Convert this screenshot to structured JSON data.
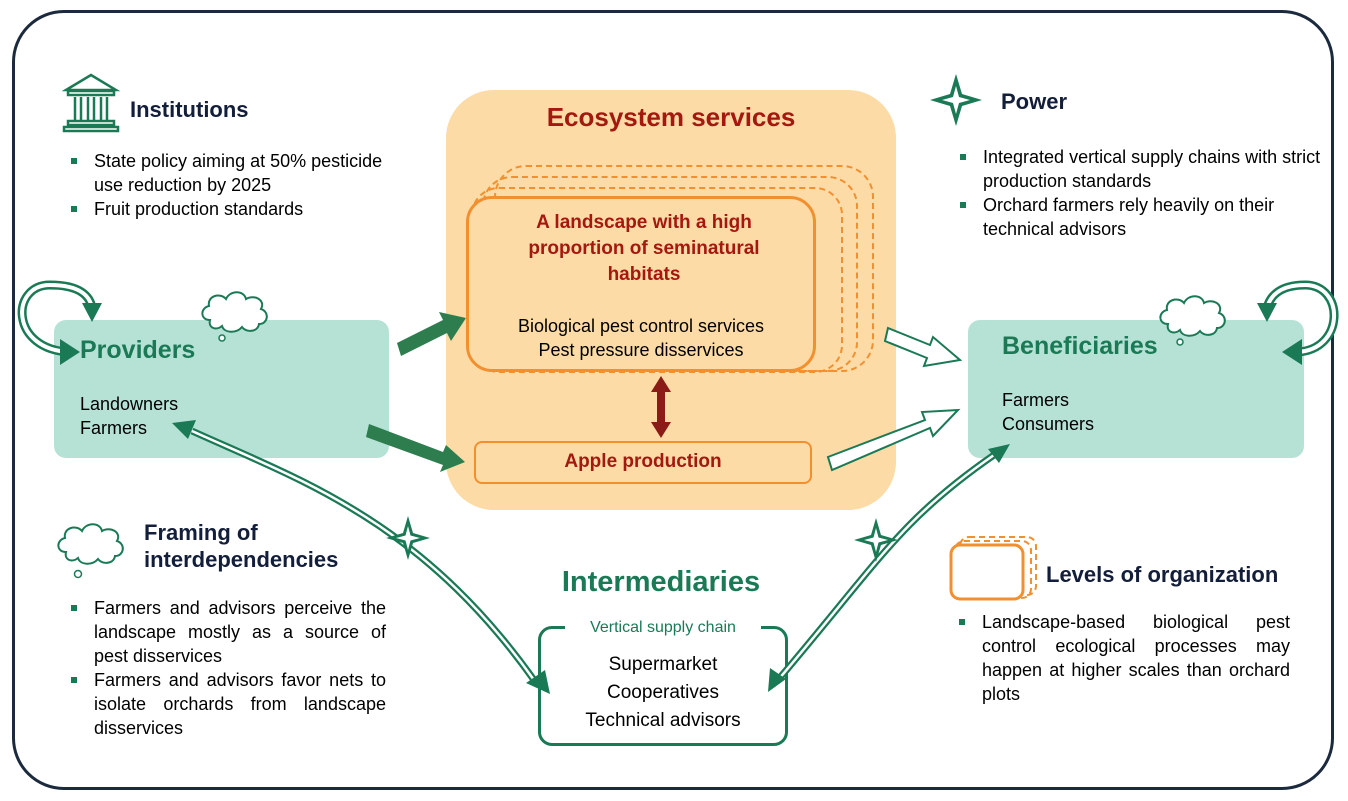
{
  "ecosystem": {
    "title": "Ecosystem services",
    "landscape_title": "A landscape with a high proportion of seminatural habitats",
    "services": [
      "Biological pest control services",
      "Pest pressure disservices"
    ],
    "apple": "Apple production"
  },
  "institutions": {
    "title": "Institutions",
    "bullets": [
      "State policy aiming at 50% pesticide use reduction by 2025",
      "Fruit production standards"
    ]
  },
  "power": {
    "title": "Power",
    "bullets": [
      "Integrated vertical supply chains with strict production standards",
      "Orchard farmers rely heavily on their technical advisors"
    ]
  },
  "providers": {
    "title": "Providers",
    "items": [
      "Landowners",
      "Farmers"
    ]
  },
  "beneficiaries": {
    "title": "Beneficiaries",
    "items": [
      "Farmers",
      "Consumers"
    ]
  },
  "framing": {
    "title": "Framing of interdependencies",
    "bullets": [
      "Farmers and advisors perceive the landscape mostly as a source of pest disservices",
      "Farmers and advisors favor nets to isolate orchards from landscape disservices"
    ]
  },
  "intermediaries": {
    "title": "Intermediaries",
    "chain_label": "Vertical supply chain",
    "items": [
      "Supermarket",
      "Cooperatives",
      "Technical advisors"
    ]
  },
  "levels": {
    "title": "Levels of organization",
    "bullets": [
      "Landscape-based biological pest control ecological processes may happen at higher scales than orchard plots"
    ]
  },
  "colors": {
    "green": "#1a7a55",
    "orange": "#f29030",
    "navy": "#131e3a",
    "dark_red": "#a4190f"
  }
}
